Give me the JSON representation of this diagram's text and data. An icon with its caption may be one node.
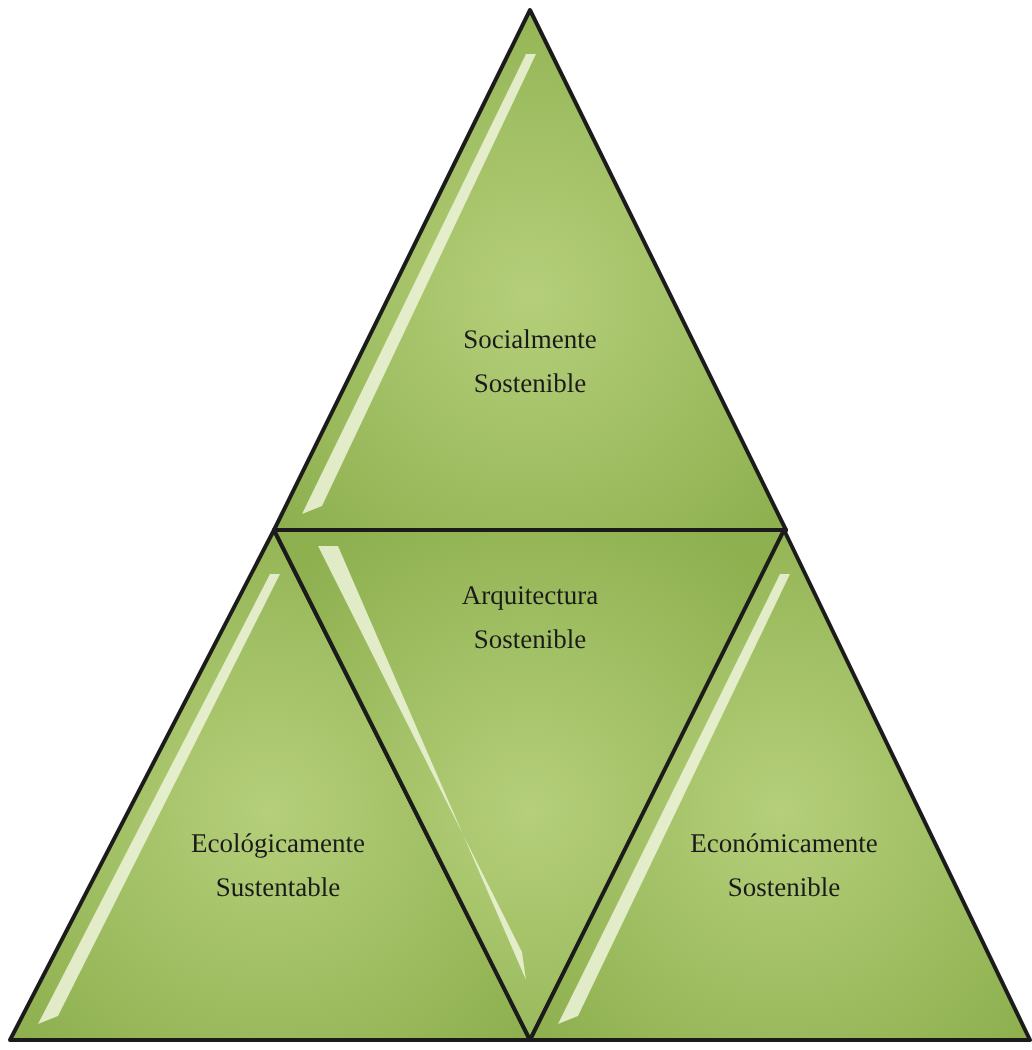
{
  "diagram": {
    "nodes": [
      {
        "text": [
          "Socialmente Sostenible"
        ]
      },
      {
        "text": [
          "Ecológicamente Sustentable"
        ]
      },
      {
        "text": [
          "Arquitectura Sostenible"
        ]
      },
      {
        "text": [
          "Económicamente Sostenible"
        ]
      }
    ]
  }
}
